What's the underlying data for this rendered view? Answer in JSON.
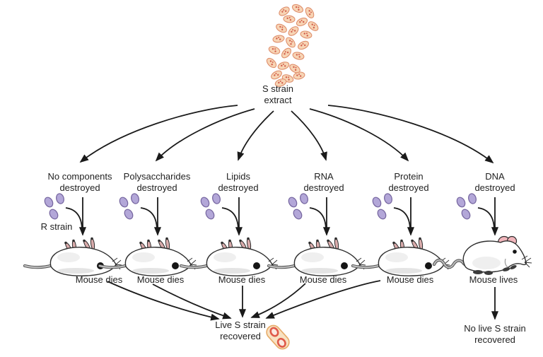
{
  "extract": {
    "label": "S strain\nextract"
  },
  "r_strain": {
    "label": "R strain"
  },
  "columns": [
    {
      "condition": "No components\ndestroyed",
      "outcome": "Mouse dies"
    },
    {
      "condition": "Polysaccharides\ndestroyed",
      "outcome": "Mouse dies"
    },
    {
      "condition": "Lipids\ndestroyed",
      "outcome": "Mouse dies"
    },
    {
      "condition": "RNA\ndestroyed",
      "outcome": "Mouse dies"
    },
    {
      "condition": "Protein\ndestroyed",
      "outcome": "Mouse dies"
    },
    {
      "condition": "DNA\ndestroyed",
      "outcome": "Mouse lives"
    }
  ],
  "results": {
    "live_recovered": "Live S strain\nrecovered",
    "none_recovered": "No live S strain\nrecovered"
  },
  "colors": {
    "arrow": "#1a1a1a",
    "text": "#1f1f1f",
    "s_fill": "#f7d4b4",
    "s_stroke": "#df8f6d",
    "s_dot": "#d2604e",
    "r_fill": "#b3a7d8",
    "r_stroke": "#75659f",
    "capsule_fill": "#f8e2c2",
    "capsule_stroke": "#e7ab68",
    "cell_ring": "#df5a49",
    "cell_center": "#fbe9e1",
    "mouse_body": "#ffffff",
    "mouse_outline": "#2d2d2d",
    "mouse_shade": "#e4e4e4",
    "mouse_ear": "#f1b5bb",
    "mouse_tail_dark": "#555555",
    "mouse_tail_light": "#bdbdbd",
    "mouse_foot": "#d9abab",
    "mouse_foot_dark": "#3c3c3c"
  }
}
